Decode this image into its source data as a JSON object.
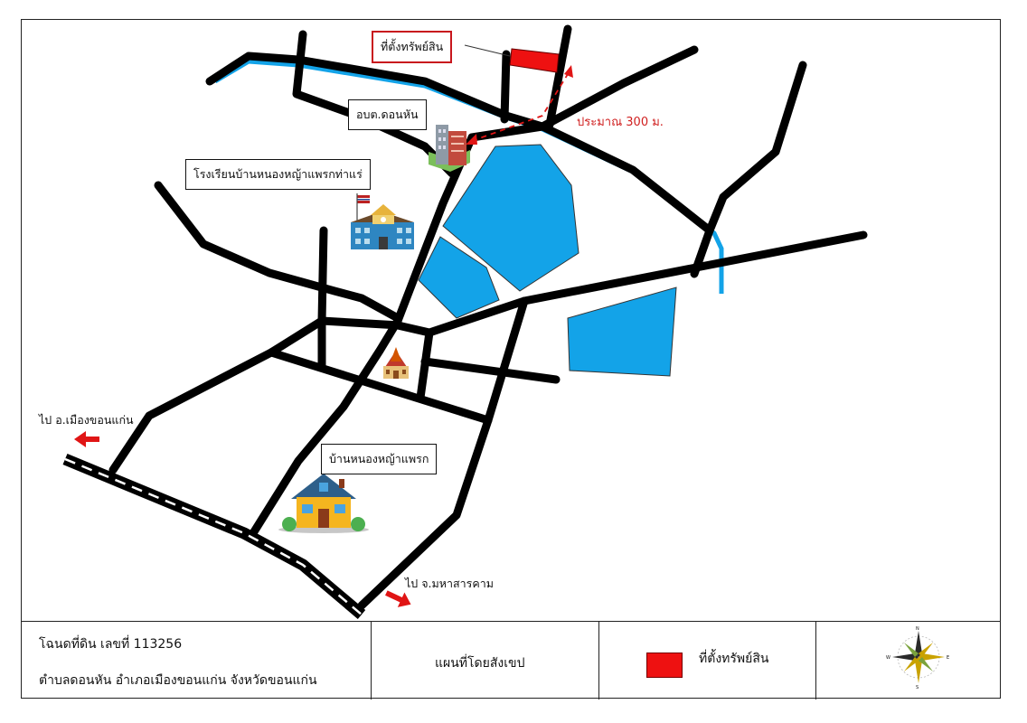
{
  "labels": {
    "property_location": "ที่ตั้งทรัพย์สิน",
    "sao": "อบต.ดอนหัน",
    "distance": "ประมาณ 300 ม.",
    "school": "โรงเรียนบ้านหนองหญ้าแพรกท่าแร่",
    "village": "บ้านหนองหญ้าแพรก",
    "to_khon_kaen": "ไป อ.เมืองขอนแก่น",
    "to_maha_sarakham": "ไป จ.มหาสารคาม"
  },
  "footer": {
    "deed_line": "โฉนดที่ดิน เลขที่ 113256",
    "address_line": "ตำบลดอนหัน อำเภอเมืองขอนแก่น จังหวัดขอนแก่น",
    "map_type": "แผนที่โดยสังเขป",
    "legend_label": "ที่ตั้งทรัพย์สิน"
  },
  "compass": {
    "n": "N",
    "s": "S",
    "e": "E",
    "w": "W"
  },
  "colors": {
    "road": "#000000",
    "water": "#13a3e8",
    "river": "#13a3e8",
    "property": "#ee1111",
    "arrow": "#e01515"
  },
  "icons": [
    "office-building-icon",
    "school-icon",
    "temple-icon",
    "house-icon",
    "compass-rose-icon",
    "direction-arrow-icon"
  ]
}
